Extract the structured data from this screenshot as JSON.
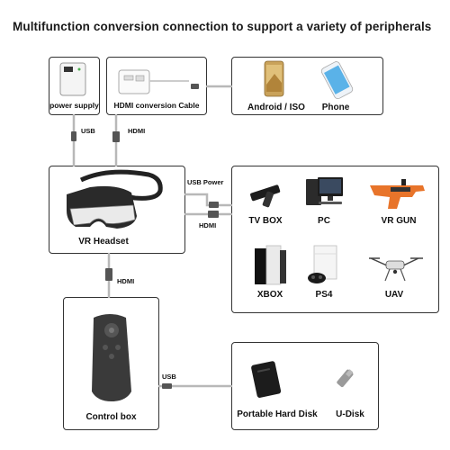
{
  "title": "Multifunction conversion connection to support a variety of peripherals",
  "boxes": {
    "power_supply": "power supply",
    "hdmi_cable": "HDMI conversion Cable",
    "android_ios": "Android / ISO",
    "phone": "Phone",
    "vr_headset": "VR Headset",
    "tv_box": "TV BOX",
    "pc": "PC",
    "vr_gun": "VR GUN",
    "xbox": "XBOX",
    "ps4": "PS4",
    "uav": "UAV",
    "control_box": "Control box",
    "portable_hard_disk": "Portable Hard Disk",
    "u_disk": "U-Disk"
  },
  "cables": {
    "usb_top": "USB",
    "hdmi_top": "HDMI",
    "usb_power": "USB Power",
    "hdmi_right": "HDMI",
    "hdmi_down": "HDMI",
    "usb_bottom": "USB"
  },
  "colors": {
    "outline": "#333333",
    "cable": "#b8b8b8",
    "gun_orange": "#e8742a",
    "phone_gold": "#c9a25a",
    "phone_blue": "#5ab2e8"
  }
}
